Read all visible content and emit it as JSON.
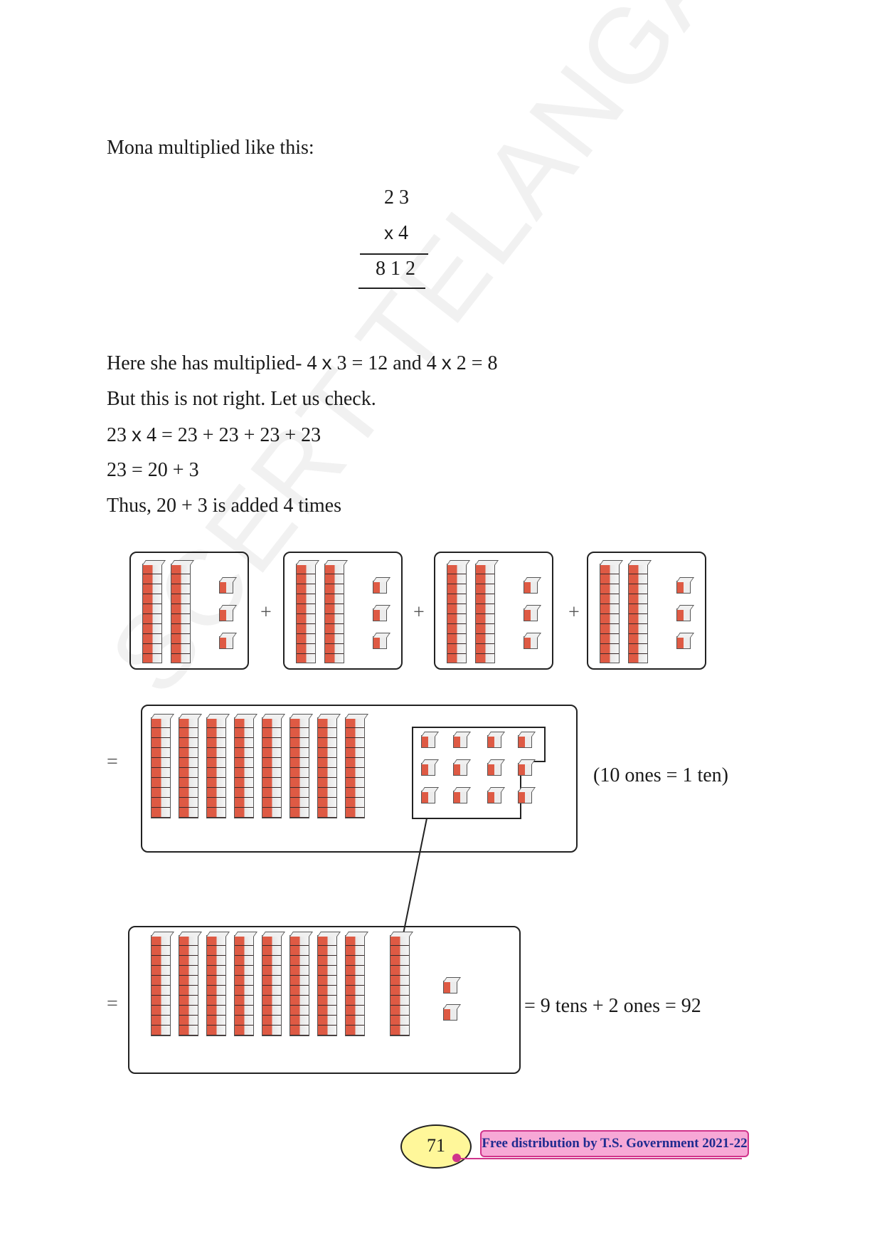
{
  "watermark": "SCERT TELANGANA",
  "intro": "Mona multiplied like this:",
  "multiplication": {
    "top": "2 3",
    "multiplier_symbol": "x",
    "multiplier": "4",
    "result": "8 1 2"
  },
  "lines": [
    {
      "pre": "Here she has multiplied-  4 ",
      "sym1": "x",
      "mid": " 3 = 12 and 4 ",
      "sym2": "x",
      "post": " 2 = 8"
    },
    {
      "pre": "But this is not right. Let us check.",
      "sym1": "",
      "mid": "",
      "sym2": "",
      "post": ""
    },
    {
      "pre": "23 ",
      "sym1": "x",
      "mid": "  4 = 23 + 23 + 23 + 23",
      "sym2": "",
      "post": ""
    },
    {
      "pre": "23 = 20 + 3",
      "sym1": "",
      "mid": "",
      "sym2": "",
      "post": ""
    },
    {
      "pre": "Thus, 20 + 3 is added 4 times",
      "sym1": "",
      "mid": "",
      "sym2": "",
      "post": ""
    }
  ],
  "plus_sign": "+",
  "equals_sign": "=",
  "groups": {
    "count": 4,
    "tens_per_group": 2,
    "ones_per_group": 3
  },
  "combined": {
    "tens": 8,
    "ones": 12
  },
  "note": "(10 ones = 1 ten)",
  "final": {
    "tens": 9,
    "ones": 2
  },
  "result_text": "= 9 tens + 2 ones = 92",
  "footer": {
    "page_number": "71",
    "distribution": "Free distribution by T.S. Government 2021-22"
  }
}
